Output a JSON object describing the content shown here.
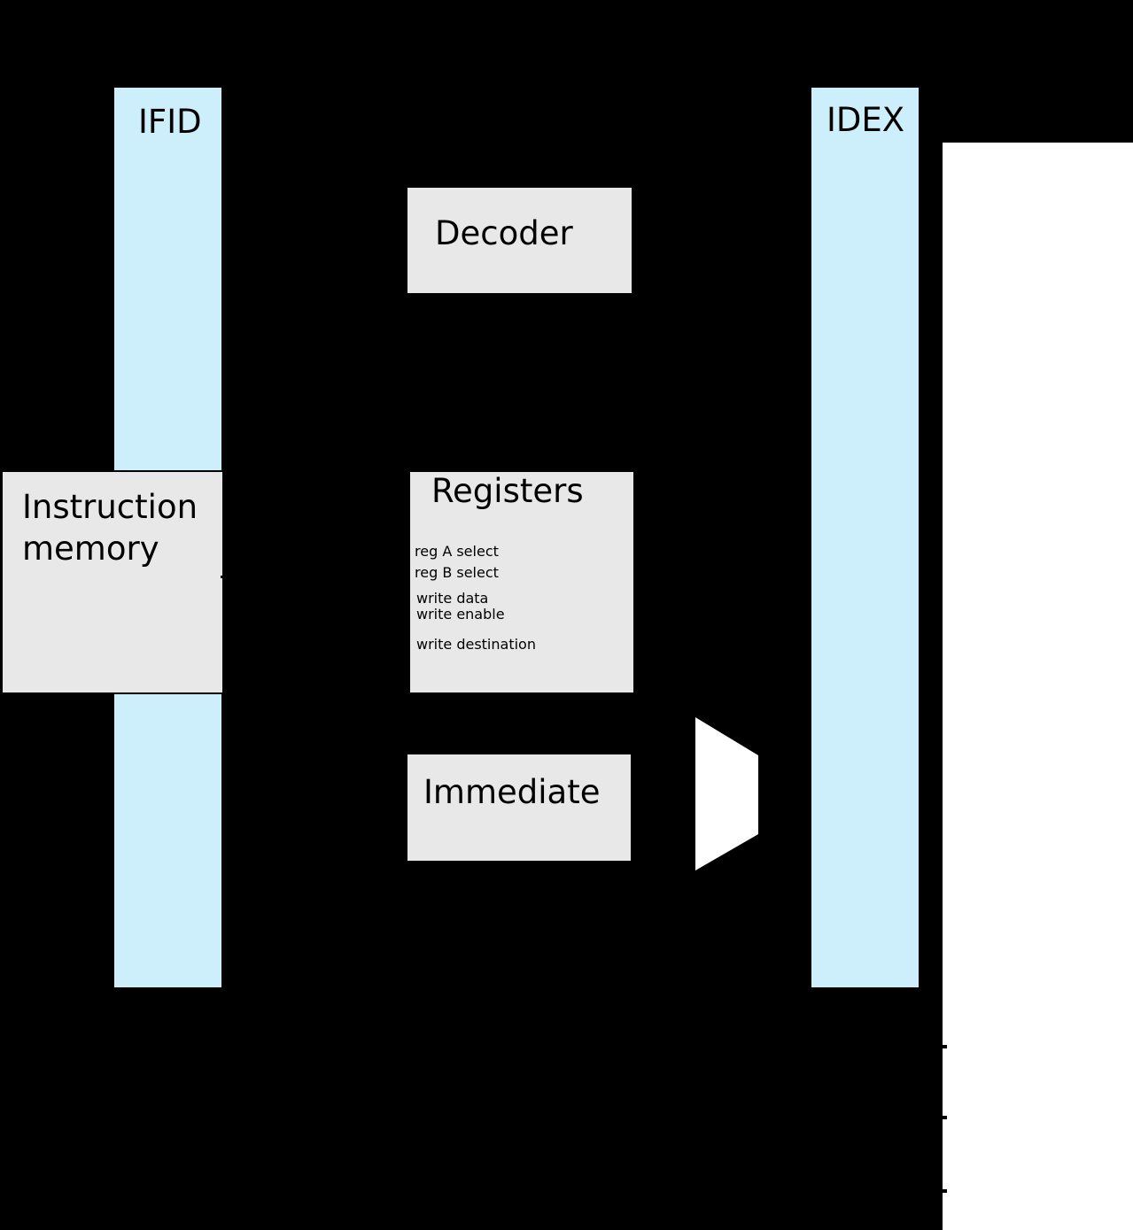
{
  "diagram": {
    "type": "cpu-pipeline-stage-diagram",
    "pipeline_registers": [
      {
        "id": "ifid",
        "label": "IFID"
      },
      {
        "id": "idex",
        "label": "IDEX"
      }
    ],
    "blocks": [
      {
        "id": "decoder",
        "label": "Decoder"
      },
      {
        "id": "instruction-memory",
        "label": "Instruction memory"
      },
      {
        "id": "registers",
        "label": "Registers"
      },
      {
        "id": "immediate",
        "label": "Immediate"
      }
    ],
    "registers_ports": [
      {
        "label": "reg A select"
      },
      {
        "label": "reg B select"
      },
      {
        "label": "write data"
      },
      {
        "label": "write enable"
      },
      {
        "label": "write destination"
      }
    ],
    "shapes": [
      {
        "id": "mux",
        "name": "multiplexer-trapezoid"
      }
    ],
    "colors": {
      "background": "#000000",
      "pipeline_register_fill": "#cdeffc",
      "block_fill": "#e8e8e8",
      "stage_background": "#ffffff",
      "outline": "#000000",
      "text": "#000000"
    }
  }
}
